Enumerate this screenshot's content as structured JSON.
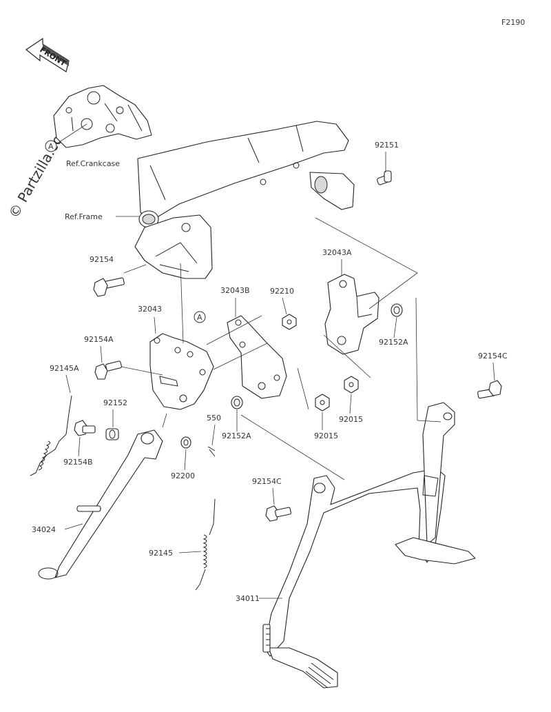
{
  "diagram_code": "F2190",
  "watermark": "© Partzilla.com",
  "front_label": "FRONT",
  "ref_labels": {
    "crankcase": "Ref.Crankcase",
    "frame": "Ref.Frame"
  },
  "callout_letter": "A",
  "part_labels": [
    "92151",
    "92154",
    "32043A",
    "32043B",
    "92210",
    "32043",
    "92154A",
    "92145A",
    "92152A",
    "92152",
    "92015",
    "92154C",
    "550",
    "92152A",
    "92015",
    "92154B",
    "92200",
    "92154C",
    "34024",
    "92145",
    "34011"
  ]
}
